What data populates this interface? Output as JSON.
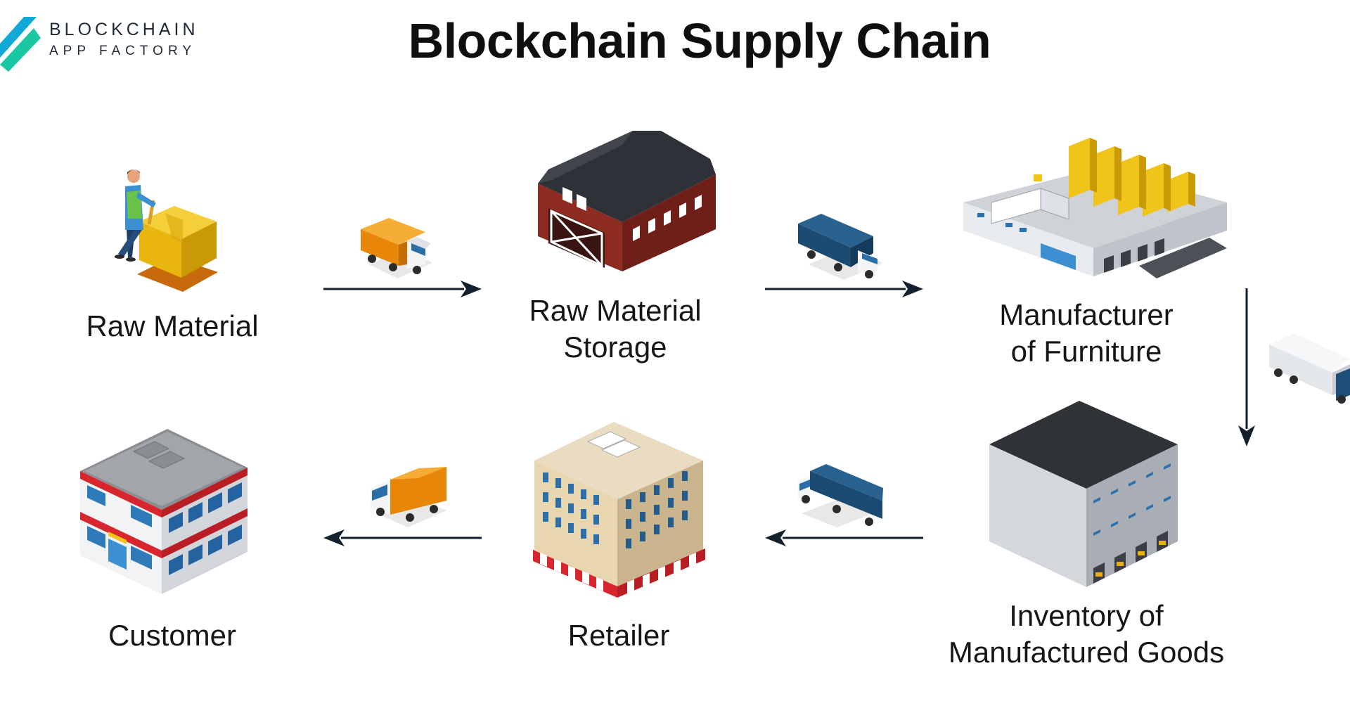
{
  "title": "Blockchain Supply Chain",
  "logo": {
    "name": "BLOCKCHAIN",
    "sub": "APP FACTORY"
  },
  "nodes": [
    {
      "label": "Raw Material",
      "icon": "worker-with-cart-icon"
    },
    {
      "label_lines": [
        "Raw Material",
        "Storage"
      ],
      "icon": "barn-warehouse-icon"
    },
    {
      "label_lines": [
        "Manufacturer",
        "of Furniture"
      ],
      "icon": "factory-icon"
    },
    {
      "label_lines": [
        "Inventory of",
        "Manufactured Goods"
      ],
      "icon": "inventory-warehouse-icon"
    },
    {
      "label": "Retailer",
      "icon": "retail-building-icon"
    },
    {
      "label": "Customer",
      "icon": "customer-building-icon"
    }
  ],
  "colors": {
    "arrow": "#13202d",
    "truck_orange": "#f29a12",
    "truck_blue": "#1d4e78",
    "truck_white": "#e9ecef",
    "logo_cyan": "#12a9d8",
    "logo_teal": "#19c7a2"
  }
}
